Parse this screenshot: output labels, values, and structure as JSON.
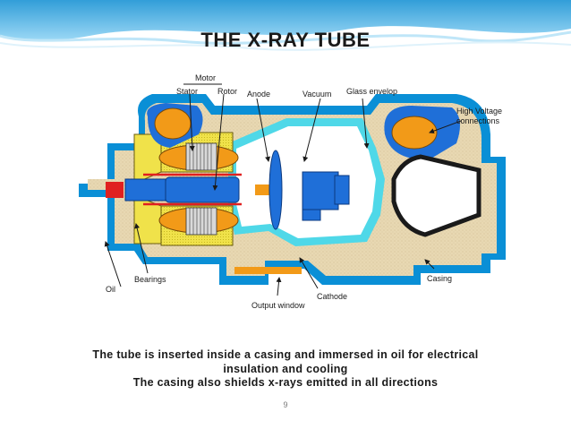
{
  "title": "THE X-RAY TUBE",
  "labels": {
    "motor": "Motor",
    "stator": "Stator",
    "rotor": "Rotor",
    "anode": "Anode",
    "vacuum": "Vacuum",
    "glass_envelop": "Glass envelop",
    "high_voltage_line1": "High Voltage",
    "high_voltage_line2": "connections",
    "bearings": "Bearings",
    "oil": "Oil",
    "casing": "Casing",
    "cathode": "Cathode",
    "output_window": "Output window"
  },
  "caption": {
    "line1": "The tube is inserted inside a casing and immersed in oil for electrical",
    "line2": "insulation and cooling",
    "line3": "The casing also shields x-rays emitted in all directions"
  },
  "page_number": "9",
  "colors": {
    "banner": "#29a6e0",
    "casing": "#0a8fd6",
    "oil": "#e8d8b2",
    "vacuum": "#ffffff",
    "glass": "#4fd8e8",
    "stator": "#f0e24a",
    "rotor": "#1f6fd8",
    "hv": "#f29a18",
    "red": "#e02020"
  }
}
